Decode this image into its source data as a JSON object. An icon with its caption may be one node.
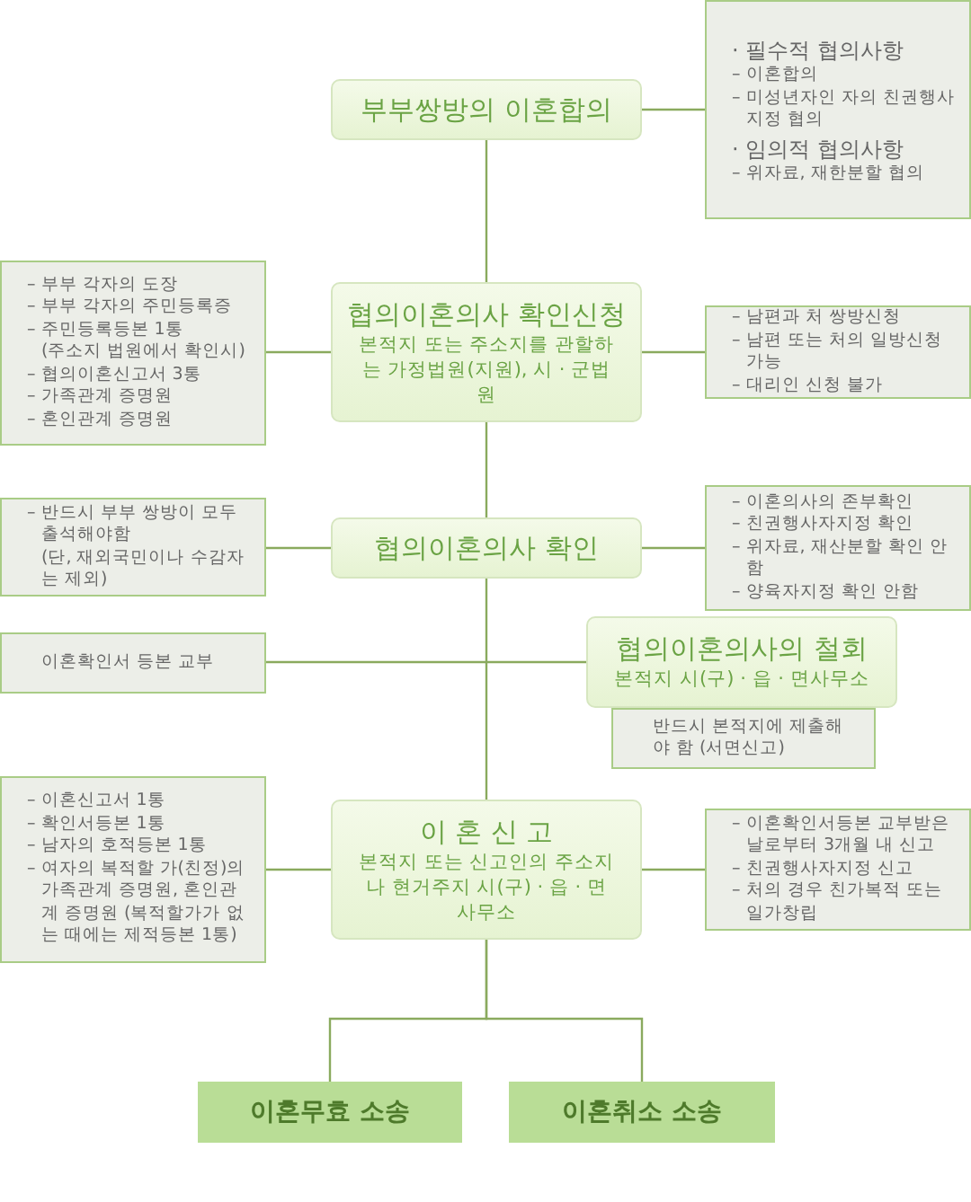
{
  "diagram": {
    "nodes": [
      {
        "text": [
          "부부쌍방의 이혼합의"
        ]
      },
      {
        "text": [
          "· 필수적 협의사항",
          "– 이혼합의",
          "– 미성년자인 자의 친권행사 지정 협의",
          "· 임의적 협의사항",
          "– 위자료, 재한분할 협의"
        ]
      },
      {
        "text": [
          "– 부부 각자의 도장",
          "– 부부 각자의 주민등록증",
          "– 주민등록등본 1통",
          "(주소지 법원에서 확인시)",
          "– 협의이혼신고서 3통",
          "– 가족관계 증명원",
          "– 혼인관계 증명원"
        ]
      },
      {
        "text": [
          "협의이혼의사 확인신청",
          "본적지 또는 주소지를 관할하는 가정법원(지원), 시 · 군법원"
        ]
      },
      {
        "text": [
          "– 남편과 처 쌍방신청",
          "– 남편 또는 처의 일방신청 가능",
          "– 대리인 신청 불가"
        ]
      },
      {
        "text": [
          "– 반드시 부부 쌍방이 모두 출석해야함",
          "(단, 재외국민이나 수감자는 제외)"
        ]
      },
      {
        "text": [
          "협의이혼의사 확인"
        ]
      },
      {
        "text": [
          "– 이혼의사의 존부확인",
          "– 친권행사자지정 확인",
          "– 위자료, 재산분할 확인 안함",
          "– 양육자지정 확인 안함"
        ]
      },
      {
        "text": [
          "이혼확인서 등본 교부"
        ]
      },
      {
        "text": [
          "협의이혼의사의 철회",
          "본적지 시(구) · 읍 · 면사무소"
        ]
      },
      {
        "text": [
          "반드시 본적지에 제출해야 함 (서면신고)"
        ]
      },
      {
        "text": [
          "– 이혼신고서  1통",
          "– 확인서등본 1통",
          "– 남자의 호적등본 1통",
          "– 여자의 복적할 가(친정)의 가족관계 증명원, 혼인관계 증명원 (복적할가가 없는 때에는 제적등본 1통)"
        ]
      },
      {
        "text": [
          "이 혼 신 고",
          "본적지 또는 신고인의 주소지나 현거주지 시(구) · 읍 · 면사무소"
        ]
      },
      {
        "text": [
          "– 이혼확인서등본 교부받은 날로부터 3개월 내 신고",
          "– 친권행사자지정 신고",
          "– 처의 경우 친가복적 또는 일가창립"
        ]
      },
      {
        "text": [
          "이혼무효 소송"
        ]
      },
      {
        "text": [
          "이혼취소 소송"
        ]
      }
    ],
    "edges": [
      {
        "from": 0,
        "to": 1,
        "arrow": "none"
      },
      {
        "from": 0,
        "to": 3,
        "arrow": "none"
      },
      {
        "from": 2,
        "to": 3,
        "arrow": "none"
      },
      {
        "from": 3,
        "to": 4,
        "arrow": "none"
      },
      {
        "from": 3,
        "to": 6,
        "arrow": "none"
      },
      {
        "from": 5,
        "to": 6,
        "arrow": "none"
      },
      {
        "from": 6,
        "to": 7,
        "arrow": "none"
      },
      {
        "from": 8,
        "to": 9,
        "arrow": "none"
      },
      {
        "from": 6,
        "to": 12,
        "arrow": "none"
      },
      {
        "from": 11,
        "to": 12,
        "arrow": "none"
      },
      {
        "from": 12,
        "to": 13,
        "arrow": "none"
      },
      {
        "from": 12,
        "to": 14,
        "arrow": "none"
      },
      {
        "from": 12,
        "to": 15,
        "arrow": "none"
      }
    ]
  }
}
